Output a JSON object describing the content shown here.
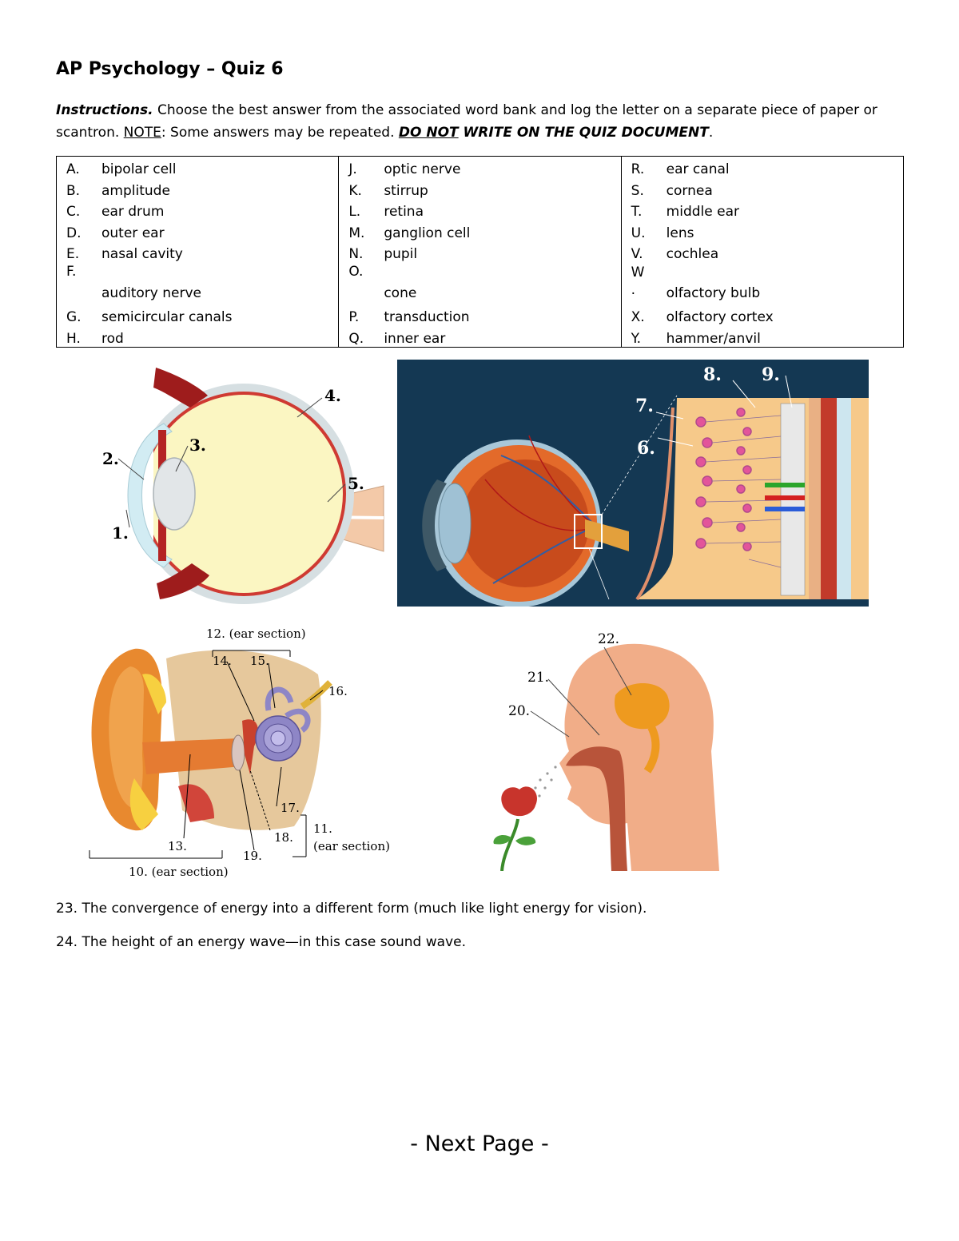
{
  "header": {
    "title": "AP Psychology – Quiz 6"
  },
  "instructions": {
    "label": "Instructions.",
    "text1": " Choose the best answer from the associated word bank and log the letter on a separate piece of paper or scantron. ",
    "note_word": "NOTE",
    "text2": ": Some answers may be repeated. ",
    "warn_underlined": "DO NOT",
    "warn_rest": " WRITE ON THE QUIZ DOCUMENT",
    "period": "."
  },
  "word_bank": {
    "col1": [
      {
        "letter": "A.",
        "word": "bipolar cell"
      },
      {
        "letter": "B.",
        "word": "amplitude"
      },
      {
        "letter": "C.",
        "word": "ear drum"
      },
      {
        "letter": "D.",
        "word": "outer ear"
      },
      {
        "letter": "E.",
        "word": "nasal cavity"
      },
      {
        "letter": "F.",
        "word": "auditory nerve"
      },
      {
        "letter": "G.",
        "word": "semicircular canals"
      },
      {
        "letter": "H.",
        "word": "rod"
      }
    ],
    "col2": [
      {
        "letter": "J.",
        "word": "optic nerve"
      },
      {
        "letter": "K.",
        "word": "stirrup"
      },
      {
        "letter": "L.",
        "word": "retina"
      },
      {
        "letter": "M.",
        "word": "ganglion cell"
      },
      {
        "letter": "N.",
        "word": "pupil"
      },
      {
        "letter": "O.",
        "word": "cone"
      },
      {
        "letter": "P.",
        "word": "transduction"
      },
      {
        "letter": "Q.",
        "word": "inner ear"
      }
    ],
    "col3": [
      {
        "letter": "R.",
        "word": "ear canal"
      },
      {
        "letter": "S.",
        "word": "cornea"
      },
      {
        "letter": "T.",
        "word": "middle ear"
      },
      {
        "letter": "U.",
        "word": "lens"
      },
      {
        "letter": "V.",
        "word": "cochlea"
      },
      {
        "letter": "W\n.",
        "word": "olfactory bulb"
      },
      {
        "letter": "X.",
        "word": "olfactory cortex"
      },
      {
        "letter": "Y.",
        "word": "hammer/anvil"
      }
    ]
  },
  "figures": {
    "eye_labels": [
      "1.",
      "2.",
      "3.",
      "4.",
      "5."
    ],
    "retina_labels": [
      "6.",
      "7.",
      "8.",
      "9."
    ],
    "ear_labels": {
      "l10": "10. (ear section)",
      "l11": "11.",
      "l11b": "(ear section)",
      "l12": "12. (ear section)",
      "l13": "13.",
      "l14": "14.",
      "l15": "15.",
      "l16": "16.",
      "l17": "17.",
      "l18": "18.",
      "l19": "19."
    },
    "nose_labels": [
      "20.",
      "21.",
      "22."
    ]
  },
  "questions": [
    "23. The convergence of energy into a different form (much like light energy for vision).",
    "24. The height of an energy wave—in this case sound wave."
  ],
  "footer": {
    "next_page": "- Next Page -"
  },
  "colors": {
    "retina_bg": "#143853",
    "eye_yellow": "#fbf6c2",
    "skin": "#f1ad88"
  }
}
